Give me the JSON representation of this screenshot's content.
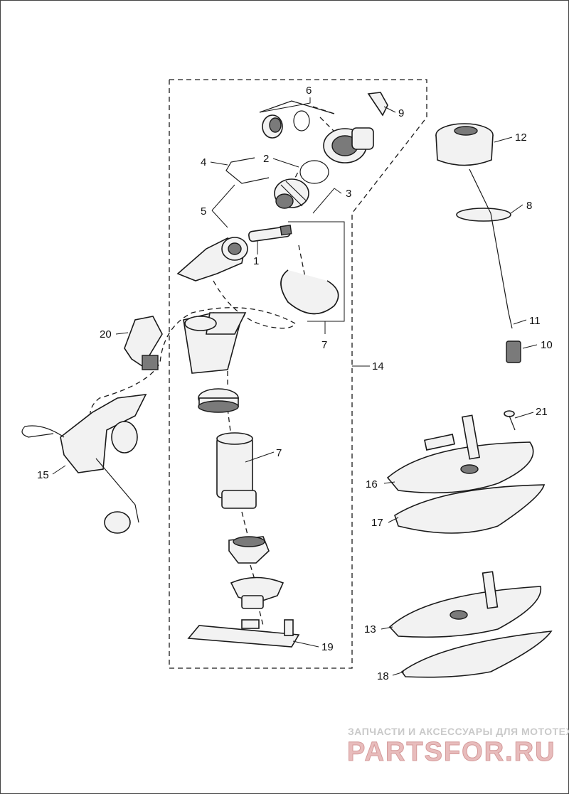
{
  "callouts": {
    "c1": "1",
    "c2": "2",
    "c3": "3",
    "c4": "4",
    "c5": "5",
    "c6": "6",
    "c7a": "7",
    "c7b": "7",
    "c8": "8",
    "c9": "9",
    "c10": "10",
    "c11": "11",
    "c12": "12",
    "c13": "13",
    "c14": "14",
    "c15": "15",
    "c16": "16",
    "c17": "17",
    "c18": "18",
    "c19": "19",
    "c20": "20",
    "c21": "21"
  },
  "watermark": {
    "tagline": "ЗАПЧАСТИ И АКСЕССУАРЫ ДЛЯ МОТОТЕХНИКИ",
    "brand": "PARTSFOR.RU"
  }
}
